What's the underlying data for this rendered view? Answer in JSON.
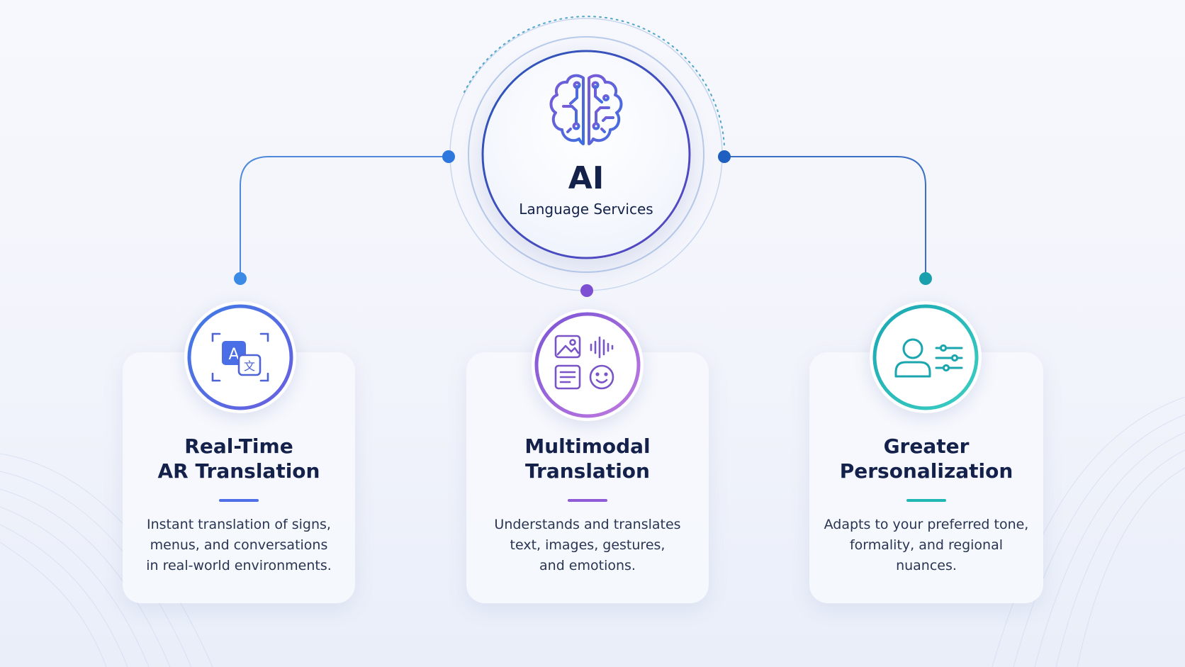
{
  "hub": {
    "title": "AI",
    "subtitle": "Language Services",
    "icon": "brain-circuit-icon"
  },
  "cards": [
    {
      "title_lines": [
        "Real-Time",
        "AR Translation"
      ],
      "desc_lines": [
        "Instant translation of signs,",
        "menus, and conversations",
        "in real-world environments."
      ],
      "icon": "translate-scan-icon",
      "accent": "#4f6fe8"
    },
    {
      "title_lines": [
        "Multimodal",
        "Translation"
      ],
      "desc_lines": [
        "Understands and translates",
        "text, images, gestures,",
        "and emotions."
      ],
      "icon": "multimodal-icon",
      "accent": "#8f5bd6"
    },
    {
      "title_lines": [
        "Greater",
        "Personalization"
      ],
      "desc_lines": [
        "Adapts to your preferred tone,",
        "formality, and regional",
        "nuances."
      ],
      "icon": "user-settings-icon",
      "accent": "#1fb7b3"
    }
  ],
  "colors": {
    "blue": "#2f6fd8",
    "purple": "#7a4fd0",
    "teal": "#17a2a6",
    "navy": "#14214a"
  }
}
